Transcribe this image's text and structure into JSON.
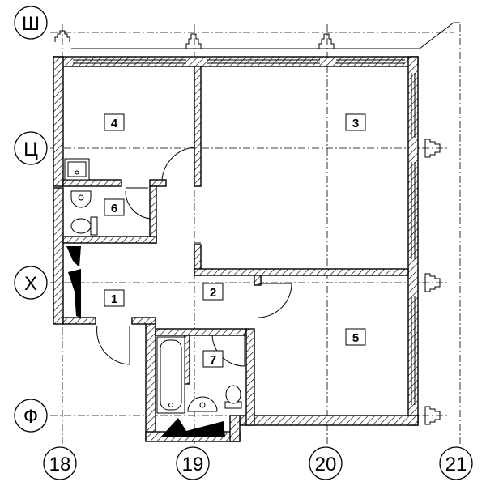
{
  "plan": {
    "grid_rows": [
      {
        "id": "row-sh",
        "label": "Ш"
      },
      {
        "id": "row-ts",
        "label": "Ц"
      },
      {
        "id": "row-kh",
        "label": "Х"
      },
      {
        "id": "row-f",
        "label": "Ф"
      }
    ],
    "grid_cols": [
      {
        "id": "col-18",
        "label": "18"
      },
      {
        "id": "col-19",
        "label": "19"
      },
      {
        "id": "col-20",
        "label": "20"
      },
      {
        "id": "col-21",
        "label": "21"
      }
    ],
    "rooms": [
      {
        "id": "room-1",
        "number": "1"
      },
      {
        "id": "room-2",
        "number": "2"
      },
      {
        "id": "room-3",
        "number": "3"
      },
      {
        "id": "room-4",
        "number": "4"
      },
      {
        "id": "room-5",
        "number": "5"
      },
      {
        "id": "room-6",
        "number": "6"
      },
      {
        "id": "room-7",
        "number": "7"
      }
    ]
  }
}
